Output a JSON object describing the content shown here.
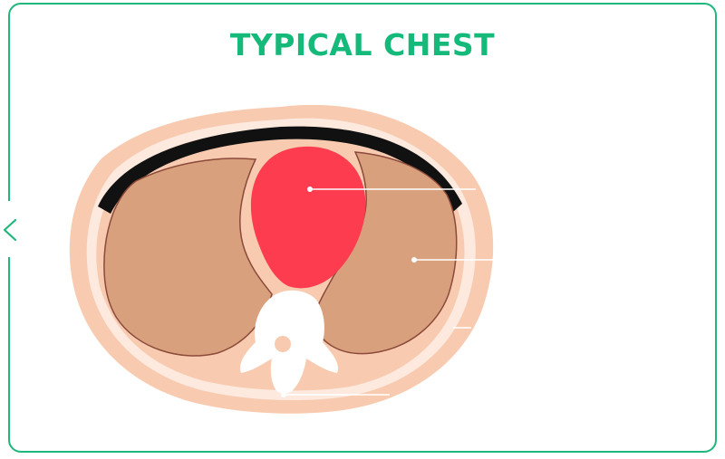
{
  "title": "TYPICAL CHEST",
  "icons": {
    "back": "chevron-left-icon"
  },
  "colors": {
    "accent": "#15b97a",
    "border": "#1fb77c",
    "skin": "#f8cbb0",
    "muscle_fat_light": "#fde9de",
    "lung": "#d9a07e",
    "lung_outline": "#8b4a3a",
    "heart": "#fe3c50",
    "bone": "#ffffff",
    "sternum_arc": "#111111",
    "pointer_line": "#ffffff"
  },
  "diagram": {
    "parts": [
      "heart",
      "left-lung",
      "right-lung",
      "spine",
      "sternum",
      "skin"
    ]
  }
}
